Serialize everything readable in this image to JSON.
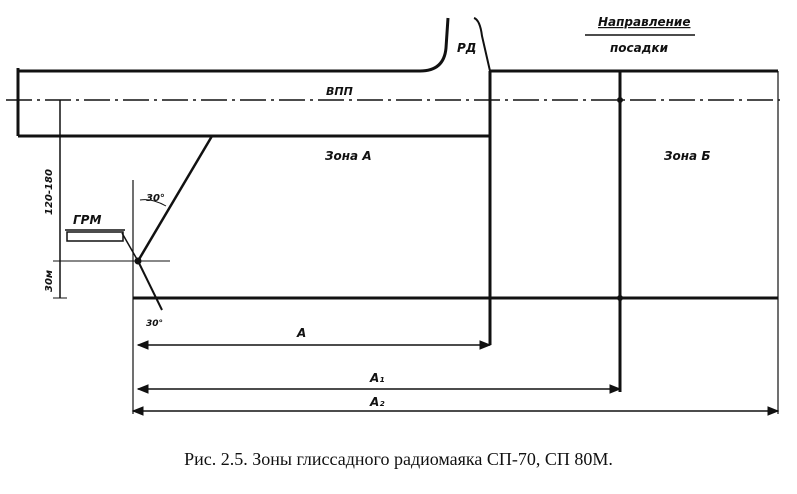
{
  "labels": {
    "direction_line1": "Направление",
    "direction_line2": "посадки",
    "rd": "РД",
    "vpp": "ВПП",
    "zone_a": "Зона А",
    "zone_b": "Зона Б",
    "grm": "ГРМ",
    "grm_sub": "",
    "angle_30_top": "30°",
    "angle_30_bottom": "30°",
    "dim_vertical_top": "120-180",
    "dim_vertical_bottom": "30м",
    "dim_a": "A",
    "dim_a1": "A₁",
    "dim_a2": "A₂"
  },
  "caption": "Рис. 2.5. Зоны глиссадного радиомаяка СП-70, СП 80М."
}
